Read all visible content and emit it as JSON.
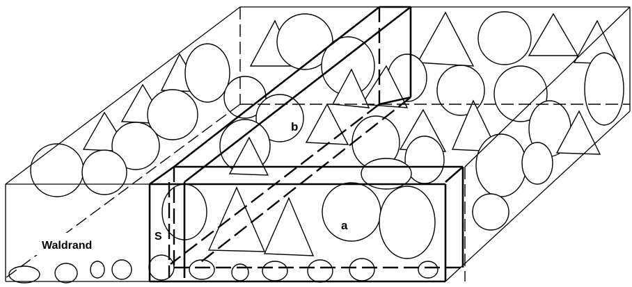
{
  "labels": {
    "edge": "Waldrand",
    "s": "S",
    "a": "a",
    "b": "b"
  },
  "colors": {
    "line": "#000000",
    "background": "#ffffff"
  }
}
